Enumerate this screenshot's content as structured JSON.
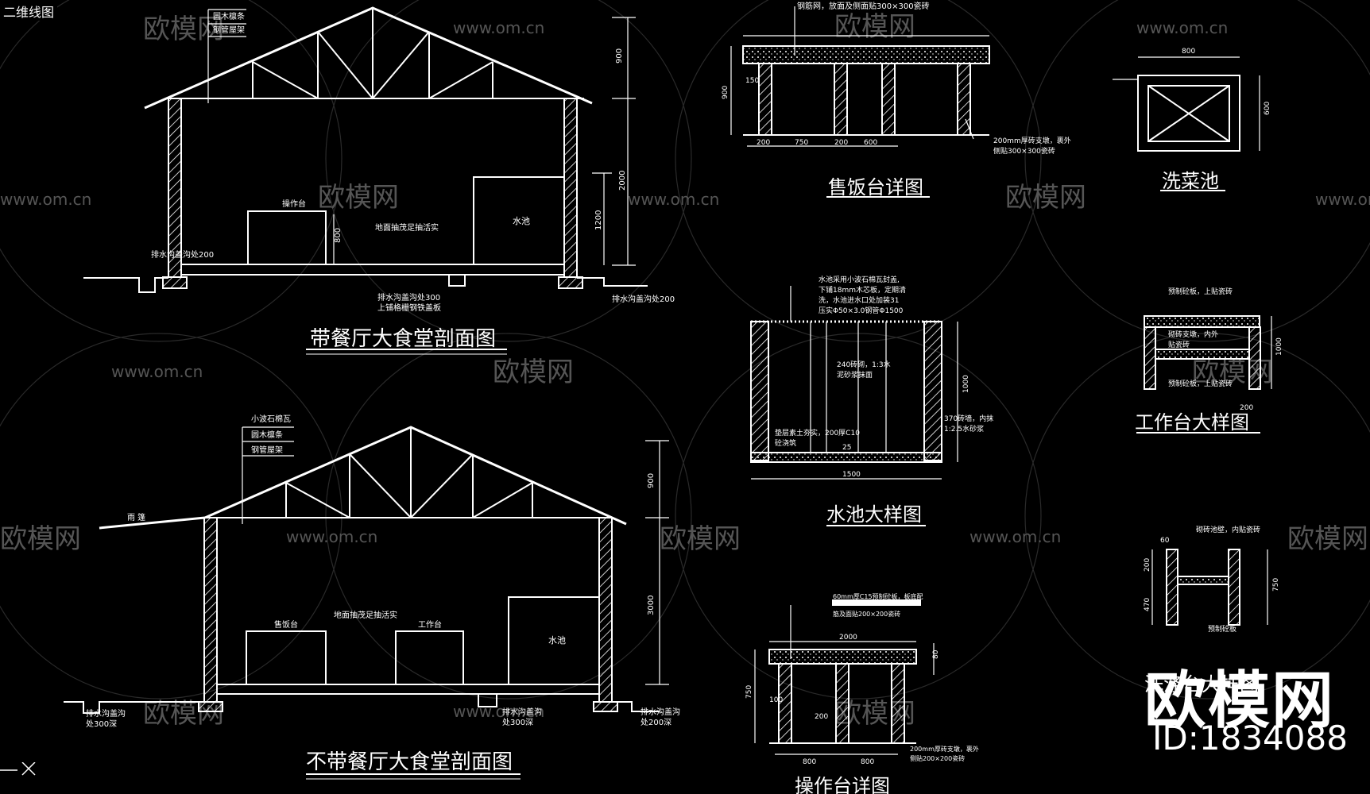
{
  "view_tag": "二维线图",
  "watermark": {
    "url_text": "www.om.cn",
    "logo_text": "欧模网"
  },
  "brand": {
    "logo": "欧模网",
    "id": "ID:1834088"
  },
  "drawings": {
    "section_with_dining": {
      "title": "带餐厅大食堂剖面图",
      "roof_labels": [
        "圆木檩条",
        "钢管屋架"
      ],
      "dim_top": "900",
      "dim_wall": "2000",
      "dim_sink": "1200",
      "counter_label": "操作台",
      "counter_dim": "800",
      "sink_label": "水池",
      "floor_label": "地面抽茂足抽活实",
      "drain_left": "排水沟盖沟处200",
      "drain_mid": [
        "排水沟盖沟处300",
        "上铺格栅钢铁盖板"
      ],
      "drain_right": "排水沟盖沟处200"
    },
    "section_without_dining": {
      "title": "不带餐厅大食堂剖面图",
      "roof_labels": [
        "小波石棉瓦",
        "圆木檩条",
        "钢管屋架"
      ],
      "canopy_label": "雨 篷",
      "dim_top": "900",
      "dim_wall": "3000",
      "serving_label": "售饭台",
      "floor_label": "地面抽茂足抽活实",
      "work_label": "工作台",
      "sink_label": "水池",
      "drain_left": [
        "排水沟盖沟",
        "处300深"
      ],
      "drain_mid": [
        "排水沟盖沟",
        "处300深"
      ],
      "drain_right": [
        "排水沟盖沟",
        "处200深"
      ]
    },
    "serving_counter": {
      "title": "售饭台详图",
      "top_note": "钢筋网，放面及侧面贴300×300瓷砖",
      "dim_h": "900",
      "dim_side": "150",
      "dims_bottom": [
        "200",
        "750",
        "200",
        "600"
      ],
      "side_note": [
        "200mm厚砖支墩，裹外",
        "侧贴300×300瓷砖"
      ]
    },
    "wash_basin": {
      "title": "洗菜池",
      "dim_w": "800",
      "dim_h": "600"
    },
    "water_tank": {
      "title": "水池大样图",
      "top_note": [
        "水池采用小波石棉瓦封盖,",
        "下铺18mm木芯板，定期清",
        "洗，水池进水口处加装31",
        "压实Φ50×3.0钢管Φ1500"
      ],
      "inner_note": [
        "240砖砌，1:3水",
        "泥砂浆抹面"
      ],
      "dim_h": "1000",
      "side_note": [
        "370砖墙，内抹",
        "1:2.5水砂浆"
      ],
      "base_note": [
        "垫层素土夯实，200厚C10",
        "砼浇筑"
      ],
      "base_dim": "25",
      "dim_w": "1500"
    },
    "workbench": {
      "title": "工作台大样图",
      "top_note": "预制砼板，上贴瓷砖",
      "side_note": [
        "砌砖支墩，内外",
        "贴瓷砖"
      ],
      "bottom_note": "预制砼板，上贴瓷砖",
      "dim_h": "1000",
      "dim_b": "200"
    },
    "workbench_detail": {
      "title": "洗涤台大样图",
      "top_note": "砌砖池壁，内贴瓷砖",
      "dims_left": [
        "60",
        "200",
        "470"
      ],
      "dim_right": "750",
      "bottom_note": "预制砼板"
    },
    "operating_counter": {
      "title": "操作台详图",
      "top_note": [
        "60mm厚C15预制砼板，板底配",
        "筋及面贴200×200瓷砖"
      ],
      "dim_w": "2000",
      "dim_top": "80",
      "dim_h": "750",
      "dim_gap": "100",
      "dim_mid": "200",
      "dims_bottom": [
        "800",
        "800"
      ],
      "side_note": [
        "200mm厚砖支墩，裹外",
        "侧贴200×200瓷砖"
      ]
    }
  }
}
